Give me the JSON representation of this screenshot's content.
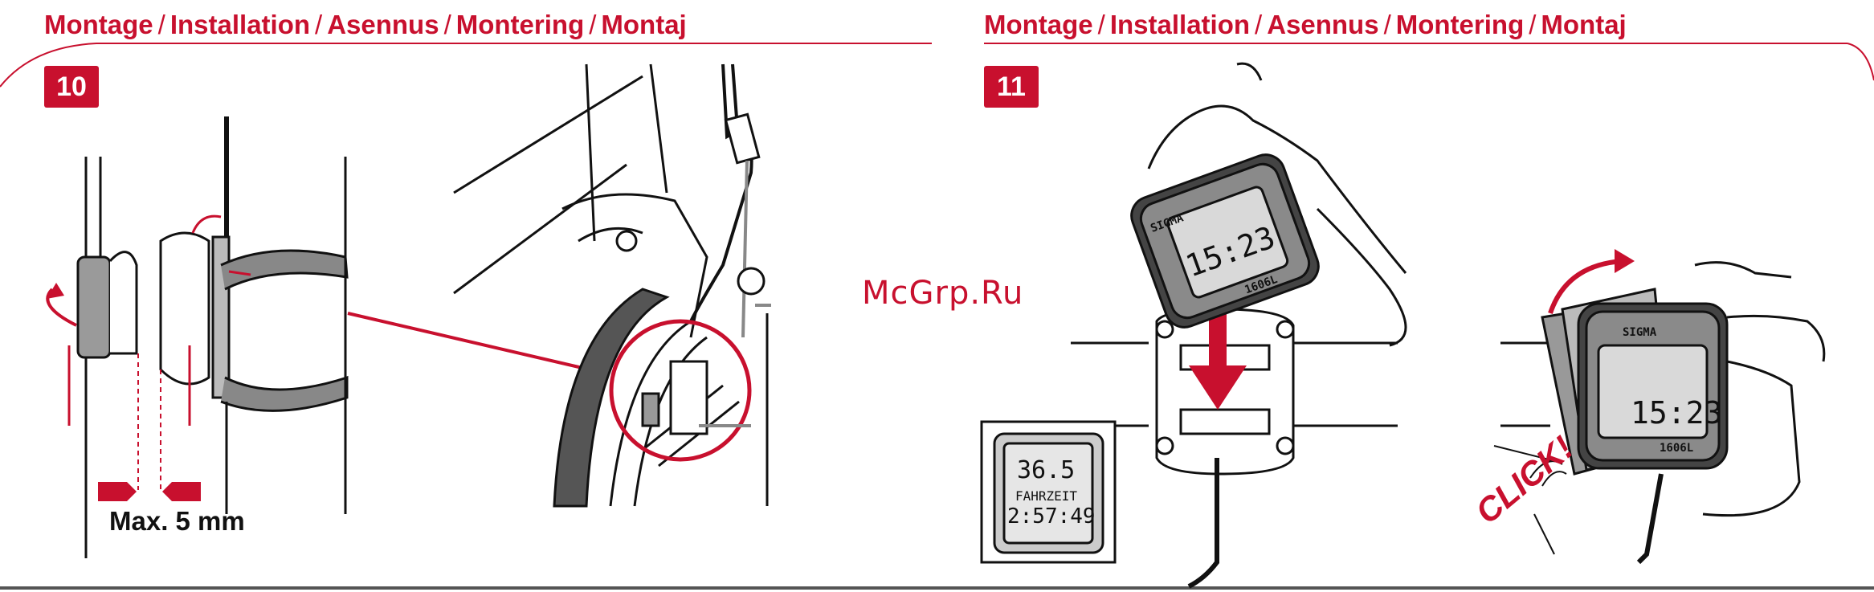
{
  "left_panel": {
    "heading": {
      "items": [
        "Montage",
        "Installation",
        "Asennus",
        "Montering",
        "Montaj"
      ]
    },
    "step_number": "10",
    "measurement_label": "Max. 5 mm"
  },
  "right_panel": {
    "heading": {
      "items": [
        "Montage",
        "Installation",
        "Asennus",
        "Montering",
        "Montaj"
      ]
    },
    "step_number": "11",
    "device": {
      "brand": "SIGMA",
      "model": "1606L",
      "time": "15:23"
    },
    "inset_display": {
      "speed": "36.5",
      "label": "FAHRZEIT",
      "time": "2:57:49"
    },
    "click_label": "CLICK!"
  },
  "watermark": "McGrp.Ru",
  "colors": {
    "accent": "#c8102e",
    "line": "#111111",
    "device_gray": "#8a8a8a"
  }
}
